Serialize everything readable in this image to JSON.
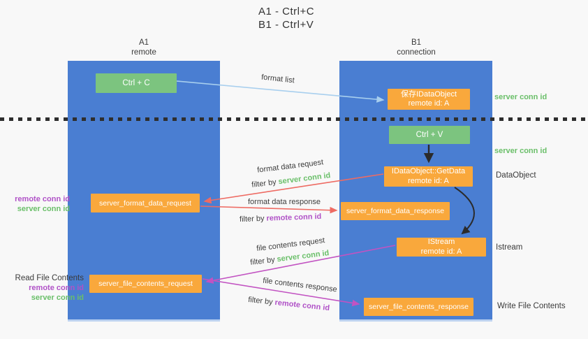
{
  "title": {
    "line1": "A1 - Ctrl+C",
    "line2": "B1 - Ctrl+V"
  },
  "columns": {
    "left": {
      "name": "A1",
      "subtitle": "remote"
    },
    "right": {
      "name": "B1",
      "subtitle": "connection"
    }
  },
  "nodes": {
    "ctrl_c": "Ctrl + C",
    "ctrl_v": "Ctrl + V",
    "save_idataobject": {
      "line1": "保存IDataObject",
      "line2": "remote id: A"
    },
    "getdata": {
      "line1": "IDataObject::GetData",
      "line2": "remote id: A"
    },
    "istream": {
      "line1": "IStream",
      "line2": "remote id: A"
    },
    "server_format_data_request": "server_format_data_request",
    "server_format_data_response": "server_format_data_response",
    "server_file_contents_request": "server_file_contents_request",
    "server_file_contents_response": "server_file_contents_response"
  },
  "side_labels": {
    "server_conn_id": "server conn id",
    "remote_conn_id": "remote conn id",
    "data_object": "DataObject",
    "istream": "Istream",
    "read_file_contents": "Read File Contents",
    "write_file_contents": "Write File Contents"
  },
  "flow_labels": {
    "format_list": "format list",
    "format_data_request": "format data request",
    "format_data_response": "format data response",
    "file_contents_request": "file contents request",
    "file_contents_response": "file contents response",
    "filter_by": "filter by",
    "server_conn_id": "server conn id",
    "remote_conn_id": "remote conn id"
  },
  "colors": {
    "column_blue": "#4a7ed2",
    "box_green": "#7cc47f",
    "box_orange": "#f9a83c",
    "text_green": "#6abf69",
    "text_purple": "#b052c7",
    "arrow_red": "#ee6b63",
    "arrow_magenta": "#c253c2",
    "arrow_light_blue": "#a8cfee",
    "arrow_black": "#2b2b2b"
  }
}
